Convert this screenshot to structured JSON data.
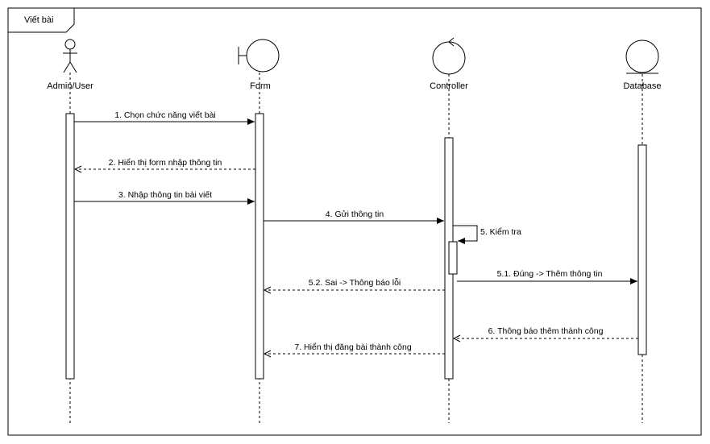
{
  "frame": {
    "title": "Viết bài"
  },
  "participants": [
    {
      "id": "admin",
      "label": "Admin/User",
      "kind": "actor"
    },
    {
      "id": "form",
      "label": "Form",
      "kind": "boundary"
    },
    {
      "id": "controller",
      "label": "Controller",
      "kind": "control"
    },
    {
      "id": "database",
      "label": "Database",
      "kind": "entity"
    }
  ],
  "messages": [
    {
      "label": "1. Chọn chức năng viết bài",
      "from": "admin",
      "to": "form",
      "style": "sync"
    },
    {
      "label": "2. Hiển thị form nhập thông tin",
      "from": "form",
      "to": "admin",
      "style": "return"
    },
    {
      "label": "3. Nhập thông tin bài viết",
      "from": "admin",
      "to": "form",
      "style": "sync"
    },
    {
      "label": "4. Gửi thông tin",
      "from": "form",
      "to": "controller",
      "style": "sync"
    },
    {
      "label": "5.  Kiểm tra",
      "from": "controller",
      "to": "controller",
      "style": "self"
    },
    {
      "label": "5.1. Đúng -> Thêm thông tin",
      "from": "controller",
      "to": "database",
      "style": "sync"
    },
    {
      "label": "5.2. Sai -> Thông báo lỗi",
      "from": "controller",
      "to": "form",
      "style": "return"
    },
    {
      "label": "6.  Thông báo thêm thành công",
      "from": "database",
      "to": "controller",
      "style": "return"
    },
    {
      "label": "7. Hiển thị đăng bài thành công",
      "from": "controller",
      "to": "form",
      "style": "return"
    }
  ]
}
